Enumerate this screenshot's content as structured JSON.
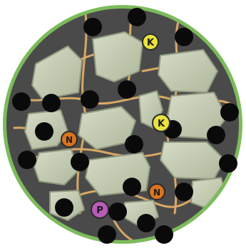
{
  "diagram": {
    "description_free": true,
    "colors": {
      "ring": "#7cbb5b",
      "background": "#4a4a4a",
      "aggregate_fill": "#c3c9b3",
      "aggregate_stroke": "#8f9a7f",
      "root": "#d9a865",
      "dark_particle": "#0a0a0a",
      "k_ion": "#e7e23f",
      "n_ion": "#d8731f",
      "p_ion": "#b85cb8"
    },
    "ions": [
      {
        "label": "K",
        "type": "potassium",
        "color_key": "k_ion"
      },
      {
        "label": "K",
        "type": "potassium",
        "color_key": "k_ion"
      },
      {
        "label": "N",
        "type": "nitrogen",
        "color_key": "n_ion"
      },
      {
        "label": "N",
        "type": "nitrogen",
        "color_key": "n_ion"
      },
      {
        "label": "P",
        "type": "phosphorus",
        "color_key": "p_ion"
      }
    ],
    "dark_particle_count": 22,
    "aggregate_count": 13
  }
}
